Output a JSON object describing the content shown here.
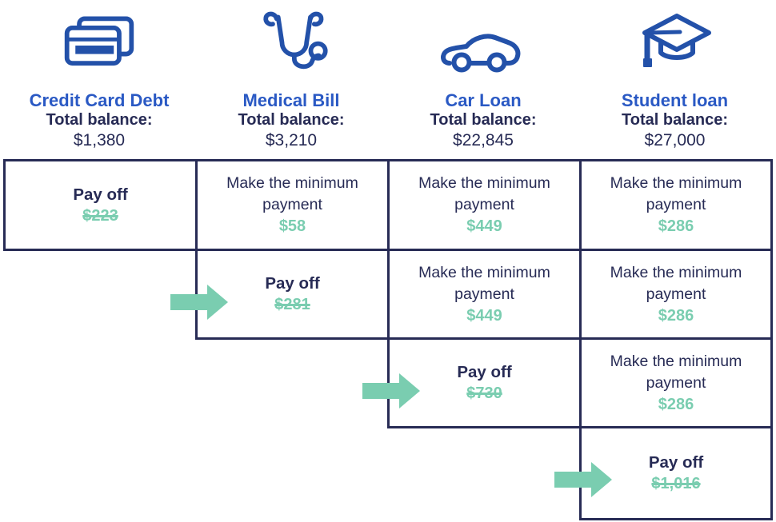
{
  "columns": [
    {
      "icon": "credit-card-icon",
      "title": "Credit Card Debt",
      "balance_label": "Total balance:",
      "balance": "$1,380"
    },
    {
      "icon": "stethoscope-icon",
      "title": "Medical Bill",
      "balance_label": "Total balance:",
      "balance": "$3,210"
    },
    {
      "icon": "car-icon",
      "title": "Car Loan",
      "balance_label": "Total balance:",
      "balance": "$22,845"
    },
    {
      "icon": "graduation-cap-icon",
      "title": "Student loan",
      "balance_label": "Total balance:",
      "balance": "$27,000"
    }
  ],
  "grid": {
    "rows": [
      {
        "cells": [
          {
            "col": 0,
            "type": "payoff",
            "label": "Pay off",
            "amount": "$223",
            "strikethrough": true,
            "arrow": false
          },
          {
            "col": 1,
            "type": "minimum",
            "label": "Make the minimum payment",
            "amount": "$58",
            "strikethrough": false,
            "arrow": false
          },
          {
            "col": 2,
            "type": "minimum",
            "label": "Make the minimum payment",
            "amount": "$449",
            "strikethrough": false,
            "arrow": false
          },
          {
            "col": 3,
            "type": "minimum",
            "label": "Make the minimum payment",
            "amount": "$286",
            "strikethrough": false,
            "arrow": false
          }
        ]
      },
      {
        "cells": [
          {
            "col": 1,
            "type": "payoff",
            "label": "Pay off",
            "amount": "$281",
            "strikethrough": true,
            "arrow": true
          },
          {
            "col": 2,
            "type": "minimum",
            "label": "Make the minimum payment",
            "amount": "$449",
            "strikethrough": false,
            "arrow": false
          },
          {
            "col": 3,
            "type": "minimum",
            "label": "Make the minimum payment",
            "amount": "$286",
            "strikethrough": false,
            "arrow": false
          }
        ]
      },
      {
        "cells": [
          {
            "col": 2,
            "type": "payoff",
            "label": "Pay off",
            "amount": "$730",
            "strikethrough": true,
            "arrow": true
          },
          {
            "col": 3,
            "type": "minimum",
            "label": "Make the minimum payment",
            "amount": "$286",
            "strikethrough": false,
            "arrow": false
          }
        ]
      },
      {
        "cells": [
          {
            "col": 3,
            "type": "payoff",
            "label": "Pay off",
            "amount": "$1,016",
            "strikethrough": true,
            "arrow": true
          }
        ]
      }
    ]
  },
  "colors": {
    "navy": "#272B55",
    "header_blue": "#2A59C4",
    "icon_blue": "#2351A9",
    "green": "#7ACDB0",
    "background": "#FFFFFF"
  }
}
